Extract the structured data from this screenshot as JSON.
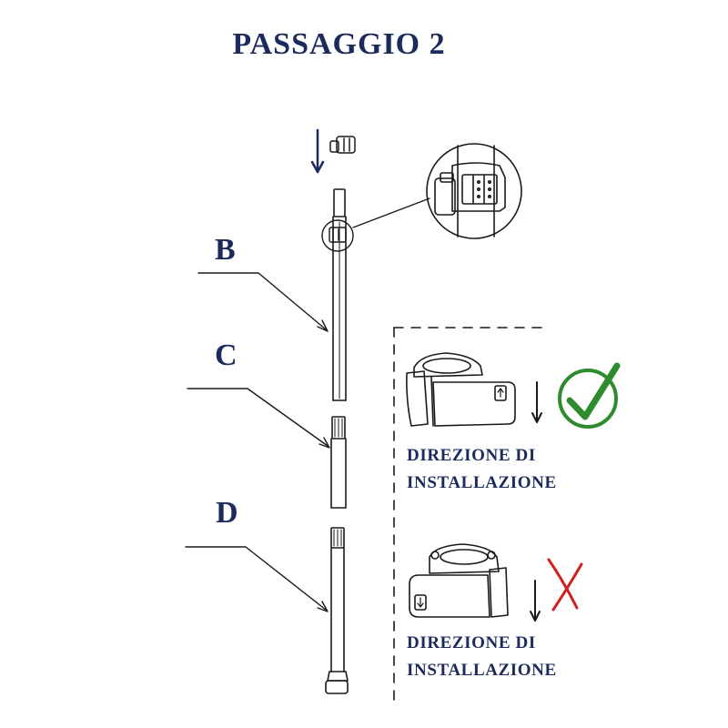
{
  "title": "PASSAGGIO 2",
  "parts": {
    "b": "B",
    "c": "C",
    "d": "D"
  },
  "captions": {
    "correct": {
      "line1": "DIREZIONE DI",
      "line2": "INSTALLAZIONE"
    },
    "wrong": {
      "line1": "DIREZIONE DI",
      "line2": "INSTALLAZIONE"
    }
  },
  "colors": {
    "navy": "#1c2a5c",
    "line": "#1a1a1a",
    "check": "#2e8b2e",
    "cross": "#d02020"
  },
  "icons": {
    "correct": "checkmark-circle-icon",
    "wrong": "cross-icon",
    "direction": "down-arrow-icon"
  }
}
